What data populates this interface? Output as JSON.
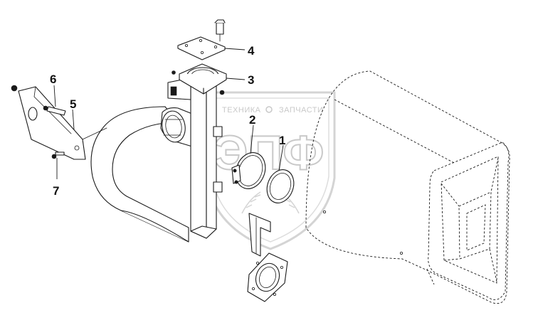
{
  "watermark": {
    "line1_left": "ТЕХНИКА",
    "line1_right": "ЗАПЧАСТИ",
    "logo": "ЭПФ"
  },
  "callouts": [
    {
      "id": "1",
      "label": "1"
    },
    {
      "id": "2",
      "label": "2"
    },
    {
      "id": "3",
      "label": "3"
    },
    {
      "id": "4",
      "label": "4"
    },
    {
      "id": "5",
      "label": "5"
    },
    {
      "id": "6",
      "label": "6"
    },
    {
      "id": "7",
      "label": "7"
    }
  ]
}
